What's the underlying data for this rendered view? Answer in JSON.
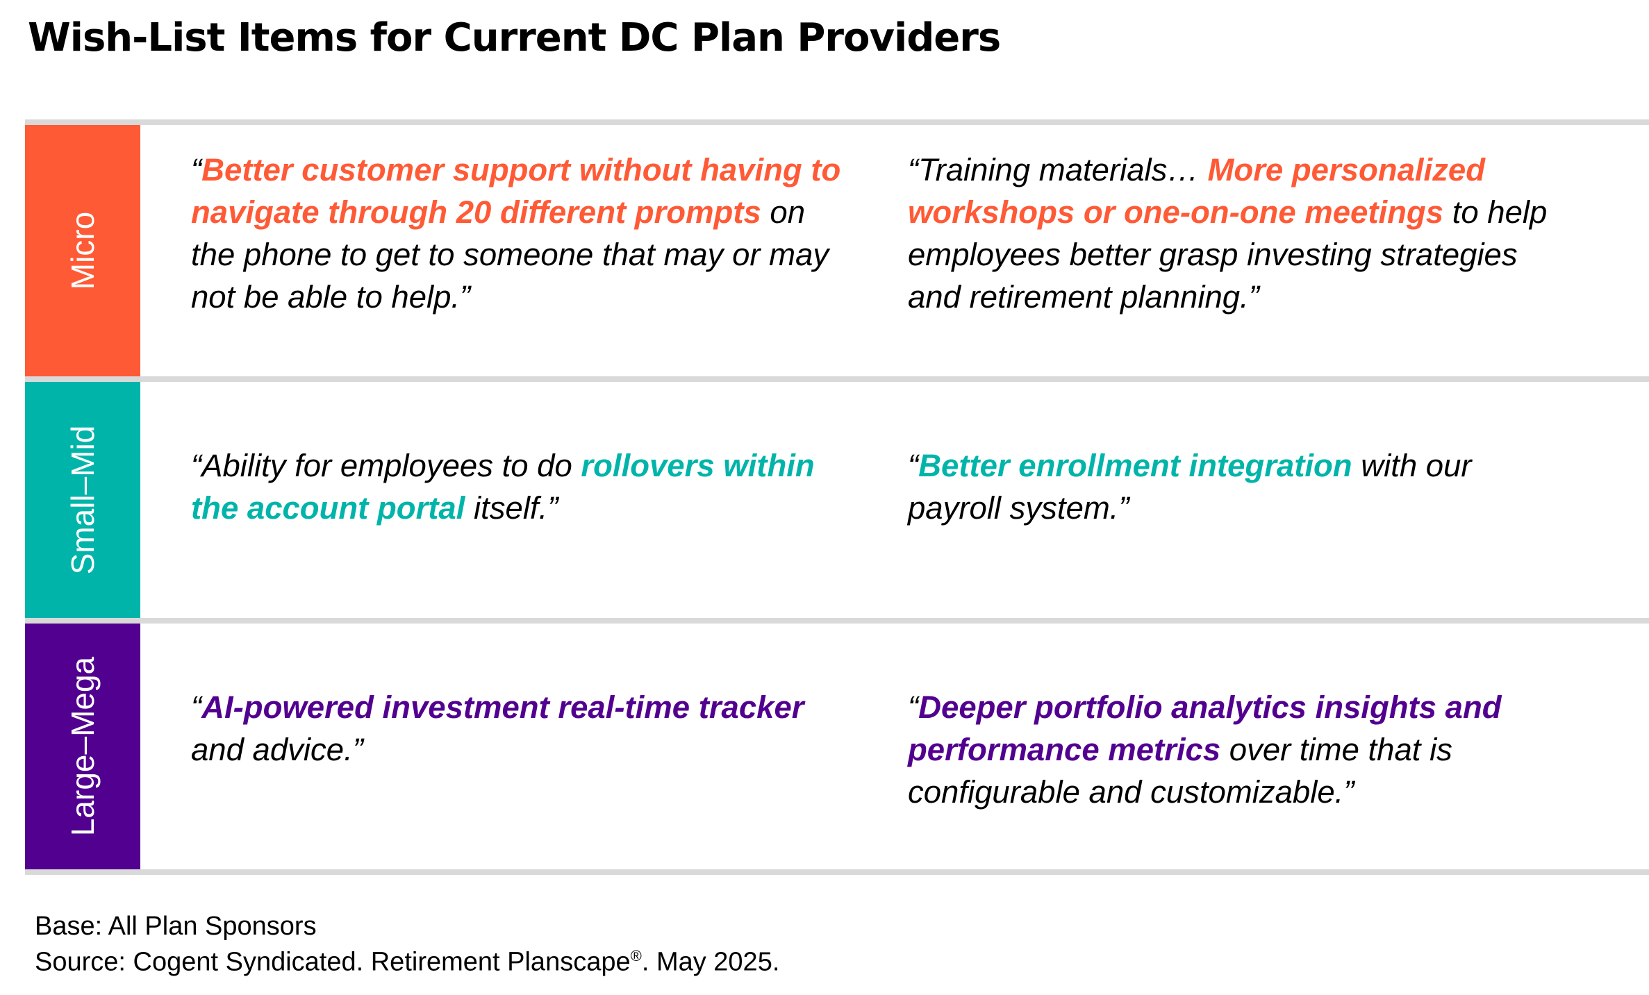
{
  "title": "Wish-List Items for Current DC Plan Providers",
  "rows": [
    {
      "label": "Micro",
      "color": "#ff5a36",
      "quotes": [
        {
          "pre": "“",
          "highlight": "Better customer support without having to navigate through 20 different prompts",
          "post": " on the phone to get to someone that may or may not be able to help.”"
        },
        {
          "pre": "“Training materials… ",
          "highlight": "More personalized workshops or one-on-one meetings",
          "post": " to help employees better grasp investing strategies and retirement planning.”"
        }
      ]
    },
    {
      "label": "Small–Mid",
      "color": "#00b4aa",
      "quotes": [
        {
          "pre": "“Ability for employees to do ",
          "highlight": "rollovers within the account portal",
          "post": " itself.”"
        },
        {
          "pre": "“",
          "highlight": "Better enrollment integration",
          "post": " with our payroll system.”"
        }
      ]
    },
    {
      "label": "Large–Mega",
      "color": "#52008f",
      "quotes": [
        {
          "pre": "“",
          "highlight": "AI-powered investment real-time tracker",
          "post": " and advice.”"
        },
        {
          "pre": "“",
          "highlight": "Deeper portfolio analytics insights and performance metrics",
          "post": " over time that is configurable and customizable.”"
        }
      ]
    }
  ],
  "footer": {
    "base": "Base: All Plan Sponsors",
    "source_main": "Source: Cogent Syndicated. Retirement Planscape",
    "source_reg": "®",
    "source_end": ". May 2025."
  }
}
